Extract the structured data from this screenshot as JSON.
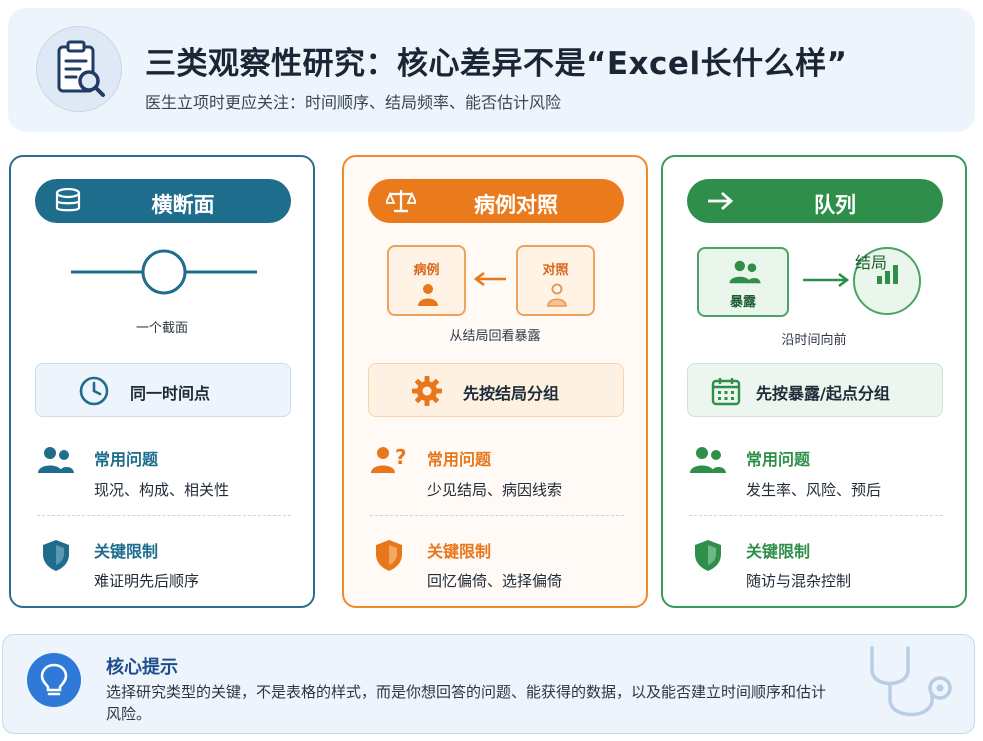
{
  "header": {
    "title": "三类观察性研究：核心差异不是“Excel长什么样”",
    "subtitle": "医生立项时更应关注：时间顺序、结局频率、能否估计风险",
    "icon": "clipboard-search-icon"
  },
  "cards": [
    {
      "name": "横断面",
      "color": "#1f6d8c",
      "icon": "database-icon",
      "diagram_label": "一个截面",
      "key_label": "同一时间点",
      "key_icon": "clock-icon",
      "q_title": "常用问题",
      "q_text": "现况、构成、相关性",
      "q_icon": "users-icon",
      "limit_title": "关键限制",
      "limit_text": "难证明先后顺序",
      "limit_icon": "shield-icon"
    },
    {
      "name": "病例对照",
      "color": "#ea7a1c",
      "icon": "scale-icon",
      "case_label": "病例",
      "control_label": "对照",
      "diagram_label": "从结局回看暴露",
      "key_label": "先按结局分组",
      "key_icon": "gear-icon",
      "q_title": "常用问题",
      "q_text": "少见结局、病因线索",
      "q_icon": "user-question-icon",
      "limit_title": "关键限制",
      "limit_text": "回忆偏倚、选择偏倚",
      "limit_icon": "shield-icon"
    },
    {
      "name": "队列",
      "color": "#2f8f4a",
      "icon": "arrow-right-icon",
      "exposure_label": "暴露",
      "outcome_label": "结局",
      "diagram_label": "沿时间向前",
      "key_label": "先按暴露/起点分组",
      "key_icon": "calendar-icon",
      "q_title": "常用问题",
      "q_text": "发生率、风险、预后",
      "q_icon": "users-icon",
      "limit_title": "关键限制",
      "limit_text": "随访与混杂控制",
      "limit_icon": "shield-icon"
    }
  ],
  "tip": {
    "title": "核心提示",
    "text": "选择研究类型的关键，不是表格的样式，而是你想回答的问题、能获得的数据，以及能否建立时间顺序和估计风险。",
    "icon": "lightbulb-icon",
    "decor_icon": "stethoscope-icon"
  }
}
